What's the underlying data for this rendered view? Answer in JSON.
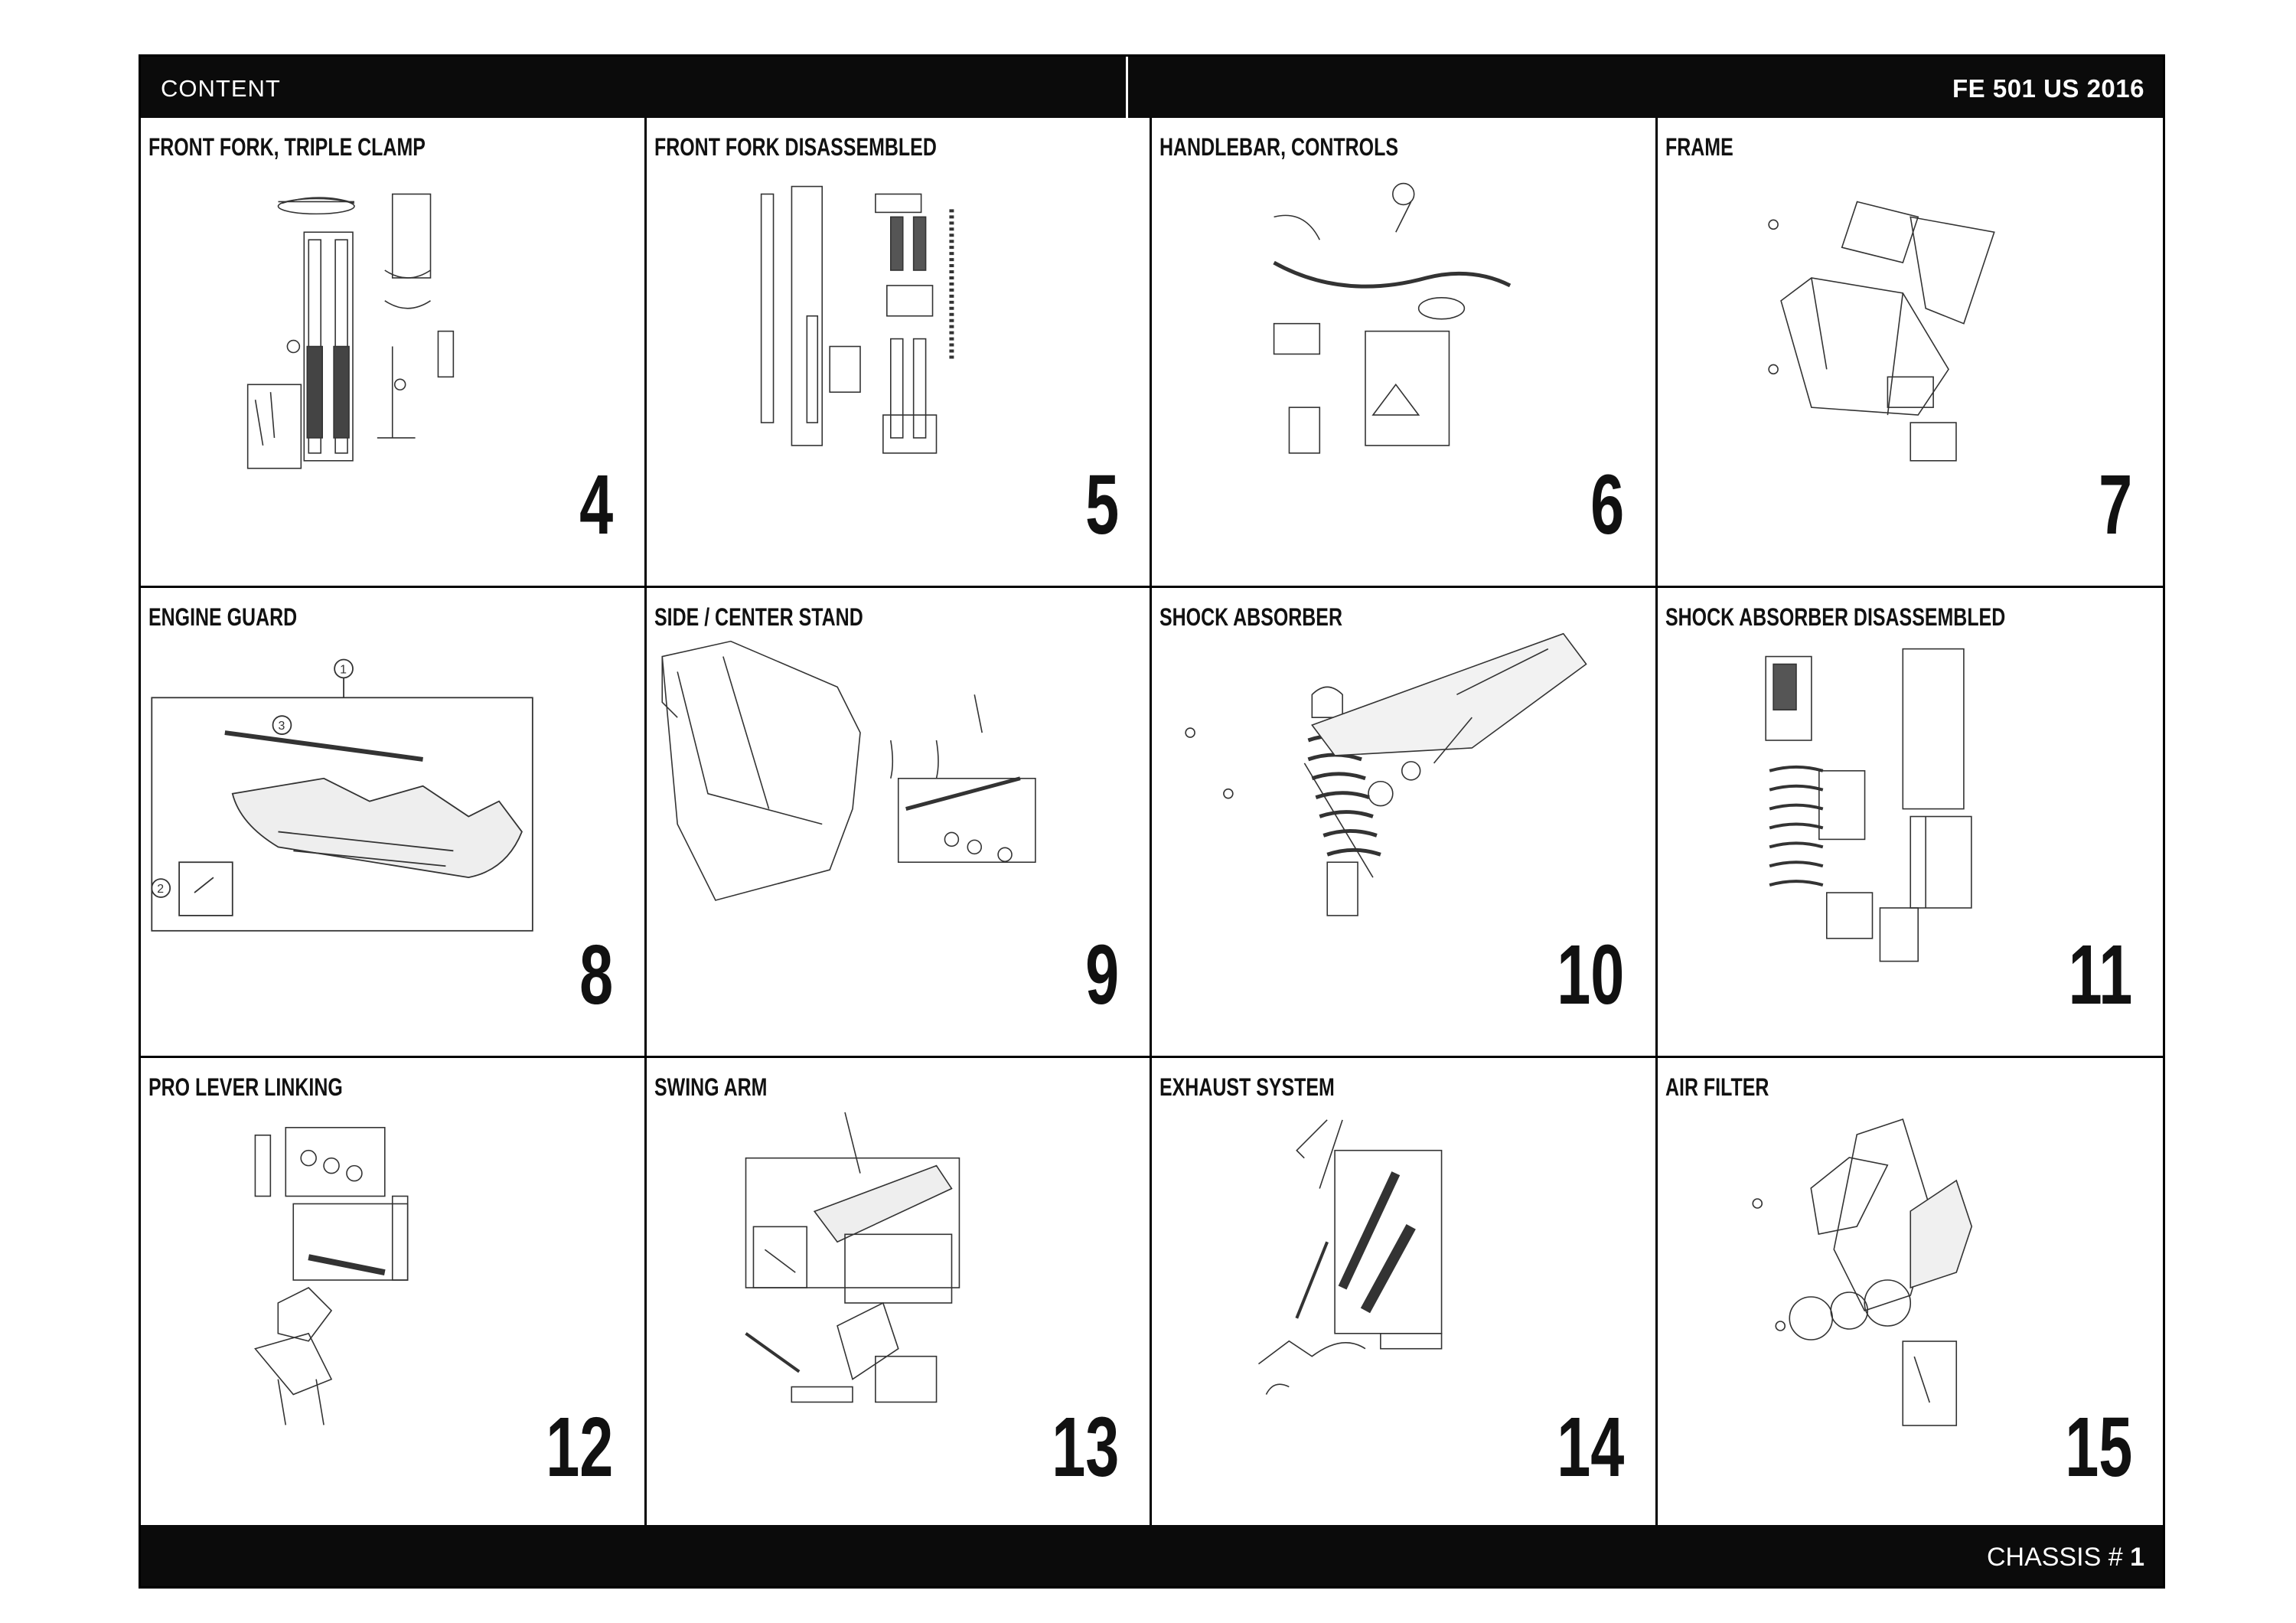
{
  "header": {
    "left_label": "CONTENT",
    "right_label": "FE 501 US 2016"
  },
  "sections": [
    {
      "title": "FRONT FORK, TRIPLE CLAMP",
      "page": "4",
      "icon": "front-fork-triple-clamp-drawing"
    },
    {
      "title": "FRONT FORK DISASSEMBLED",
      "page": "5",
      "icon": "front-fork-disassembled-drawing"
    },
    {
      "title": "HANDLEBAR, CONTROLS",
      "page": "6",
      "icon": "handlebar-controls-drawing"
    },
    {
      "title": "FRAME",
      "page": "7",
      "icon": "frame-drawing"
    },
    {
      "title": "ENGINE GUARD",
      "page": "8",
      "icon": "engine-guard-drawing"
    },
    {
      "title": "SIDE / CENTER STAND",
      "page": "9",
      "icon": "side-center-stand-drawing"
    },
    {
      "title": "SHOCK ABSORBER",
      "page": "10",
      "icon": "shock-absorber-drawing"
    },
    {
      "title": "SHOCK ABSORBER DISASSEMBLED",
      "page": "11",
      "icon": "shock-absorber-disassembled-drawing"
    },
    {
      "title": "PRO LEVER LINKING",
      "page": "12",
      "icon": "pro-lever-linking-drawing"
    },
    {
      "title": "SWING ARM",
      "page": "13",
      "icon": "swing-arm-drawing"
    },
    {
      "title": "EXHAUST SYSTEM",
      "page": "14",
      "icon": "exhaust-system-drawing"
    },
    {
      "title": "AIR FILTER",
      "page": "15",
      "icon": "air-filter-drawing"
    }
  ],
  "footer": {
    "label": "CHASSIS #",
    "number": "1"
  }
}
